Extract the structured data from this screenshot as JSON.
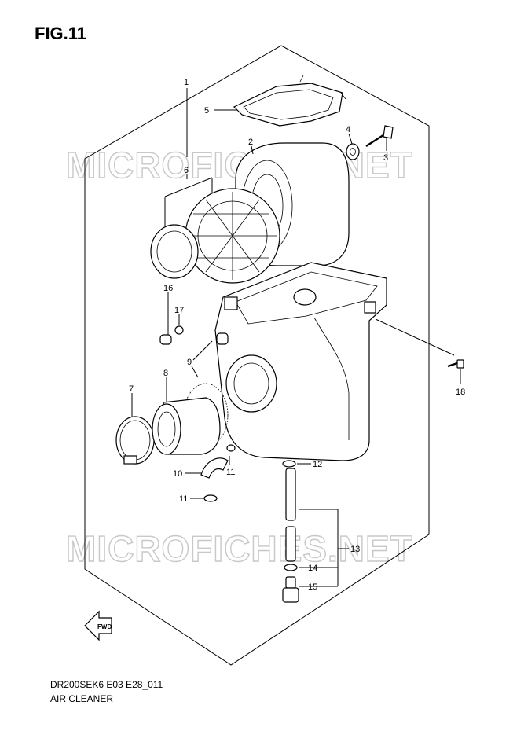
{
  "figure": {
    "title": "FIG.11",
    "watermark": "MICROFICHES.NET",
    "fwd_label": "FWD"
  },
  "callouts": [
    {
      "id": "1",
      "label": "1"
    },
    {
      "id": "2",
      "label": "2"
    },
    {
      "id": "3",
      "label": "3"
    },
    {
      "id": "4",
      "label": "4"
    },
    {
      "id": "5",
      "label": "5"
    },
    {
      "id": "6",
      "label": "6"
    },
    {
      "id": "7",
      "label": "7"
    },
    {
      "id": "8",
      "label": "8"
    },
    {
      "id": "9",
      "label": "9"
    },
    {
      "id": "10",
      "label": "10"
    },
    {
      "id": "11a",
      "label": "11"
    },
    {
      "id": "11b",
      "label": "11"
    },
    {
      "id": "12",
      "label": "12"
    },
    {
      "id": "13",
      "label": "13"
    },
    {
      "id": "14",
      "label": "14"
    },
    {
      "id": "15",
      "label": "15"
    },
    {
      "id": "16",
      "label": "16"
    },
    {
      "id": "17",
      "label": "17"
    },
    {
      "id": "18",
      "label": "18"
    }
  ],
  "footer": {
    "code": "DR200SEK6 E03 E28_011",
    "name": "AIR CLEANER"
  }
}
